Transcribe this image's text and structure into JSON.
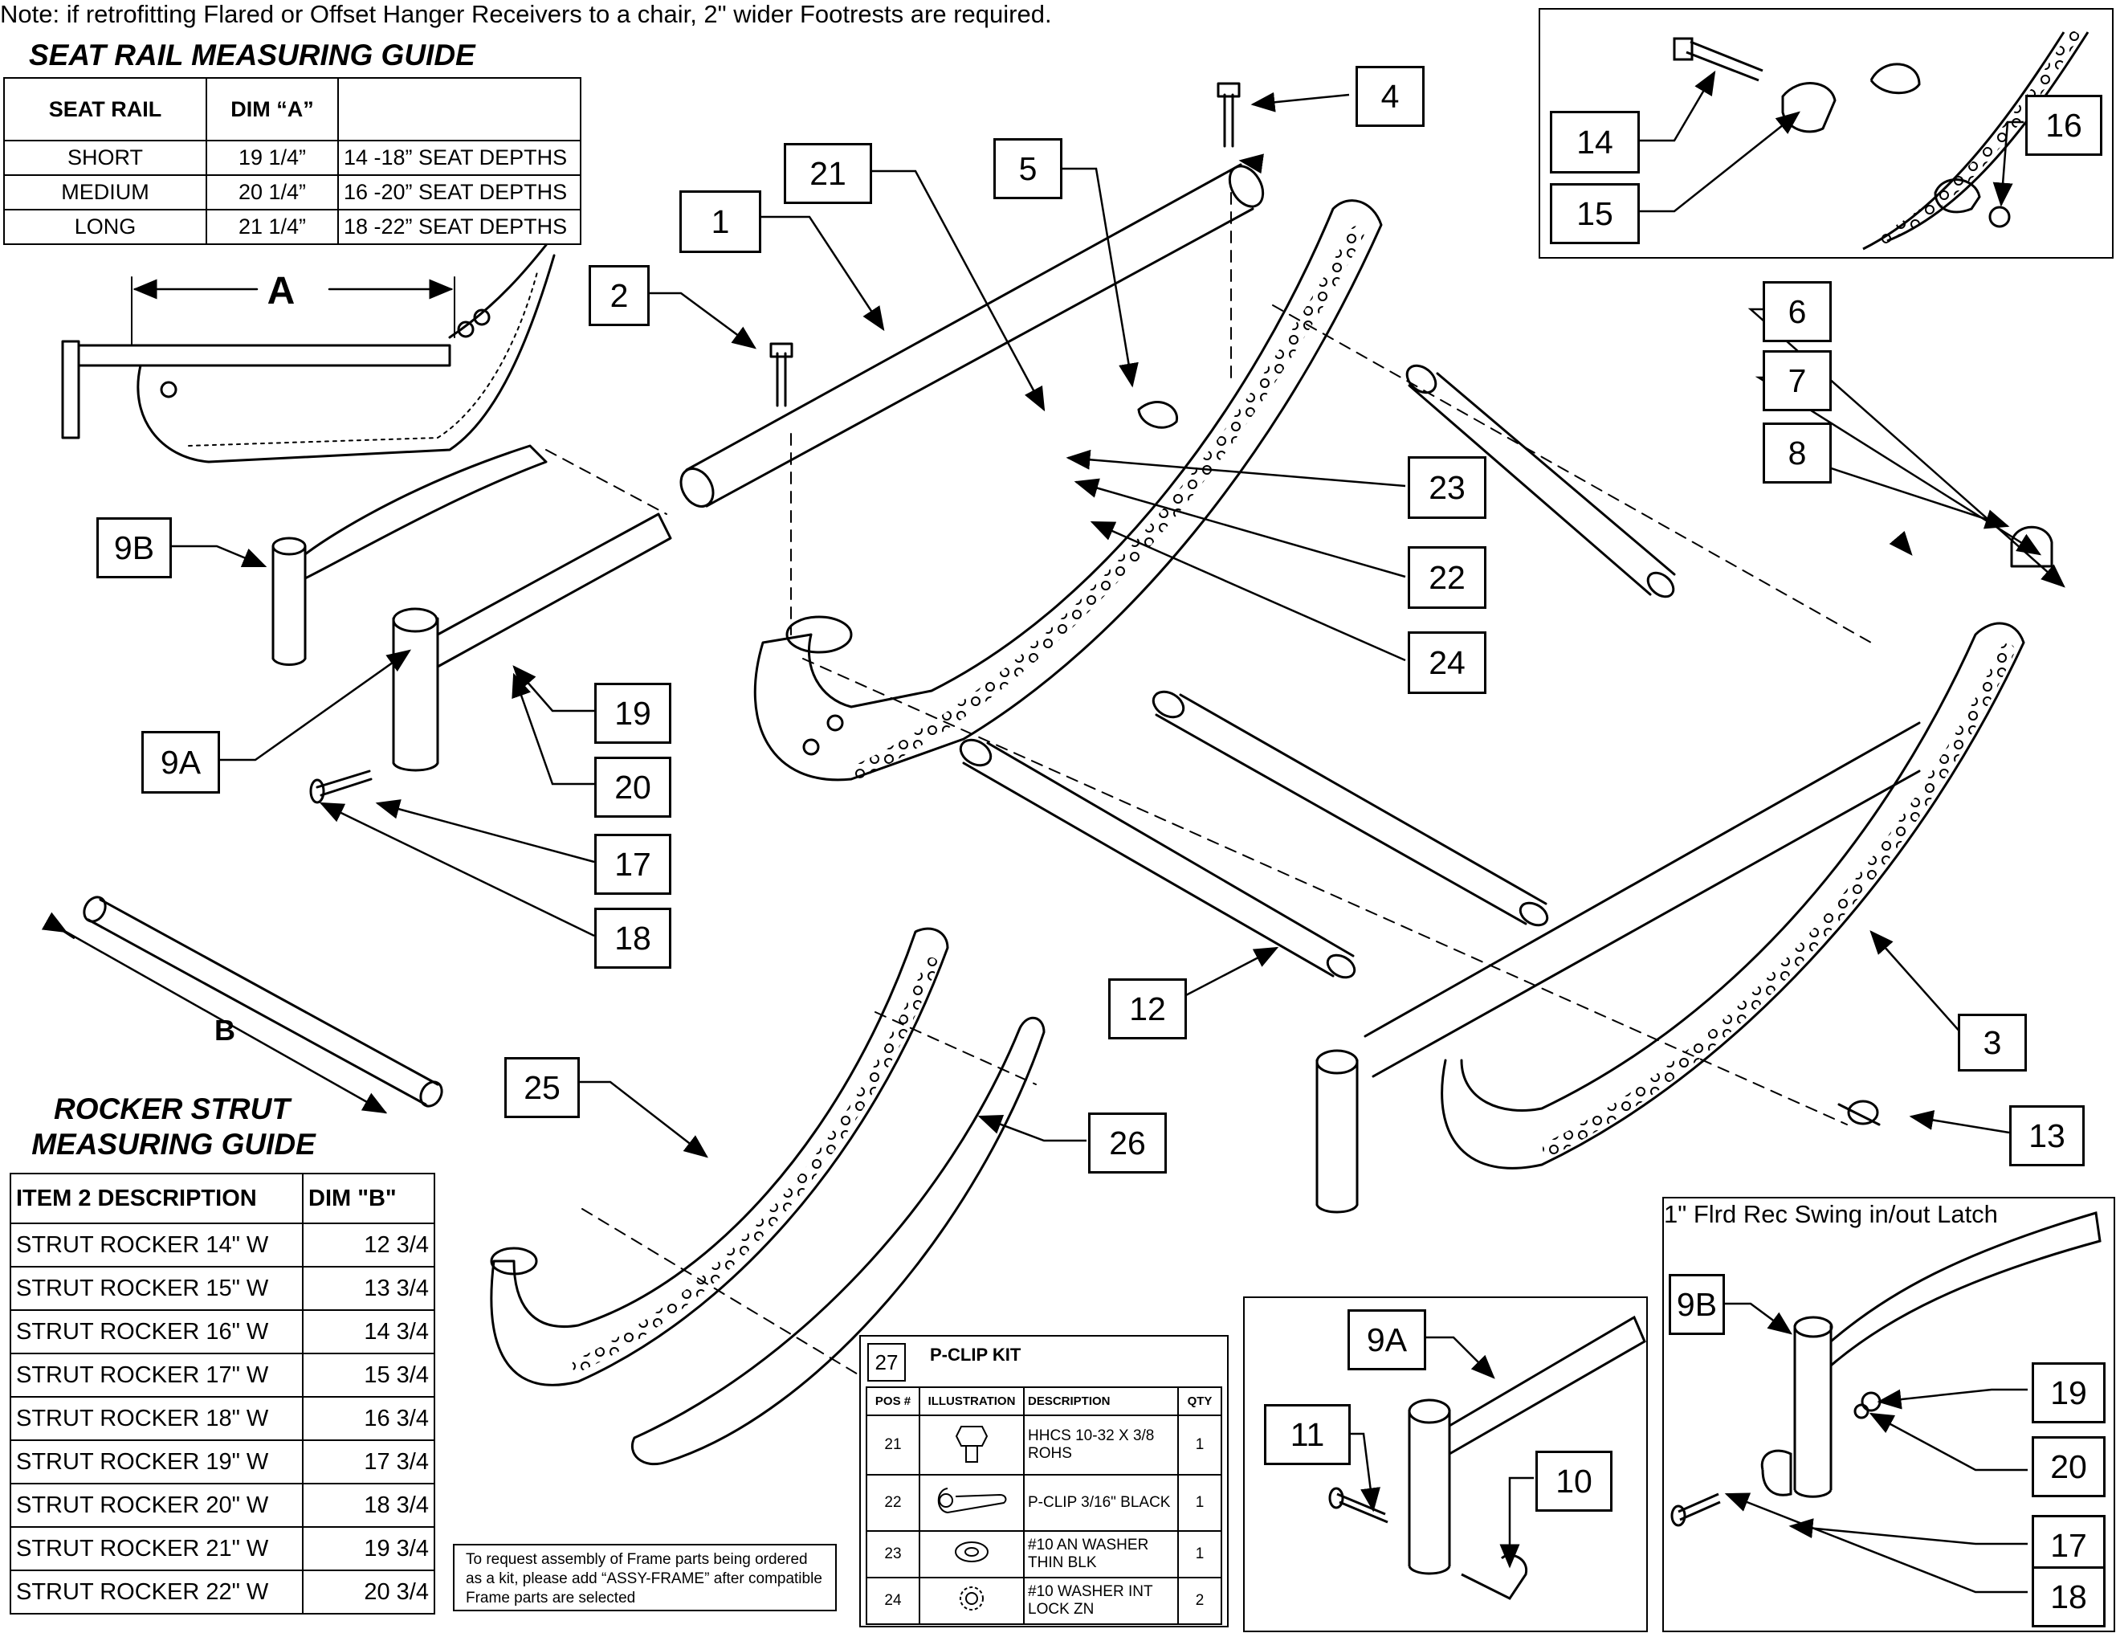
{
  "note": "Note: if retrofitting Flared or Offset Hanger Receivers to a chair, 2\" wider Footrests are required.",
  "seat_rail_guide": {
    "title": "SEAT RAIL MEASURING GUIDE",
    "headers": [
      "SEAT RAIL",
      "DIM “A”",
      ""
    ],
    "rows": [
      [
        "SHORT",
        "19 1/4”",
        "14 -18” SEAT DEPTHS"
      ],
      [
        "MEDIUM",
        "20 1/4”",
        "16 -20” SEAT DEPTHS"
      ],
      [
        "LONG",
        "21 1/4”",
        "18 -22” SEAT DEPTHS"
      ]
    ],
    "dim_label": "A"
  },
  "rocker_strut_guide": {
    "title_line1": "ROCKER STRUT",
    "title_line2": "MEASURING GUIDE",
    "dim_label": "B",
    "headers": [
      "ITEM 2 DESCRIPTION",
      "DIM \"B\""
    ],
    "rows": [
      [
        "STRUT ROCKER 14\" W",
        "12 3/4"
      ],
      [
        "STRUT ROCKER 15\" W",
        "13 3/4"
      ],
      [
        "STRUT ROCKER 16\" W",
        "14 3/4"
      ],
      [
        "STRUT ROCKER 17\" W",
        "15 3/4"
      ],
      [
        "STRUT ROCKER 18\" W",
        "16 3/4"
      ],
      [
        "STRUT ROCKER 19\" W",
        "17 3/4"
      ],
      [
        "STRUT ROCKER 20\" W",
        "18 3/4"
      ],
      [
        "STRUT ROCKER 21\" W",
        "19 3/4"
      ],
      [
        "STRUT ROCKER 22\" W",
        "20 3/4"
      ]
    ]
  },
  "pclip_kit": {
    "number": "27",
    "title": "P-CLIP KIT",
    "headers": [
      "POS #",
      "ILLUSTRATION",
      "DESCRIPTION",
      "QTY"
    ],
    "rows": [
      {
        "pos": "21",
        "desc": "HHCS 10-32 X 3/8 ROHS",
        "qty": "1",
        "icon": "hex-bolt-icon"
      },
      {
        "pos": "22",
        "desc": "P-CLIP 3/16\" BLACK",
        "qty": "1",
        "icon": "p-clip-icon"
      },
      {
        "pos": "23",
        "desc": "#10 AN WASHER THIN BLK",
        "qty": "1",
        "icon": "flat-washer-icon"
      },
      {
        "pos": "24",
        "desc": "#10 WASHER INT LOCK ZN",
        "qty": "2",
        "icon": "lock-washer-icon"
      }
    ]
  },
  "kit_note": "To request assembly of Frame parts being ordered as a kit, please add “ASSY-FRAME” after compatible Frame parts are selected",
  "latch_panel_title": "1\" Flrd Rec Swing in/out Latch",
  "callouts": {
    "c1": "1",
    "c2": "2",
    "c3": "3",
    "c4": "4",
    "c5": "5",
    "c6": "6",
    "c7": "7",
    "c8": "8",
    "c9a": "9A",
    "c9b": "9B",
    "c12": "12",
    "c13": "13",
    "c17": "17",
    "c18": "18",
    "c19": "19",
    "c20": "20",
    "c21": "21",
    "c22": "22",
    "c23": "23",
    "c24": "24",
    "c25": "25",
    "c26": "26",
    "p14": "14",
    "p15": "15",
    "p16": "16",
    "d9a": "9A",
    "d10": "10",
    "d11": "11",
    "l9b": "9B",
    "l17": "17",
    "l18": "18",
    "l19": "19",
    "l20": "20"
  }
}
